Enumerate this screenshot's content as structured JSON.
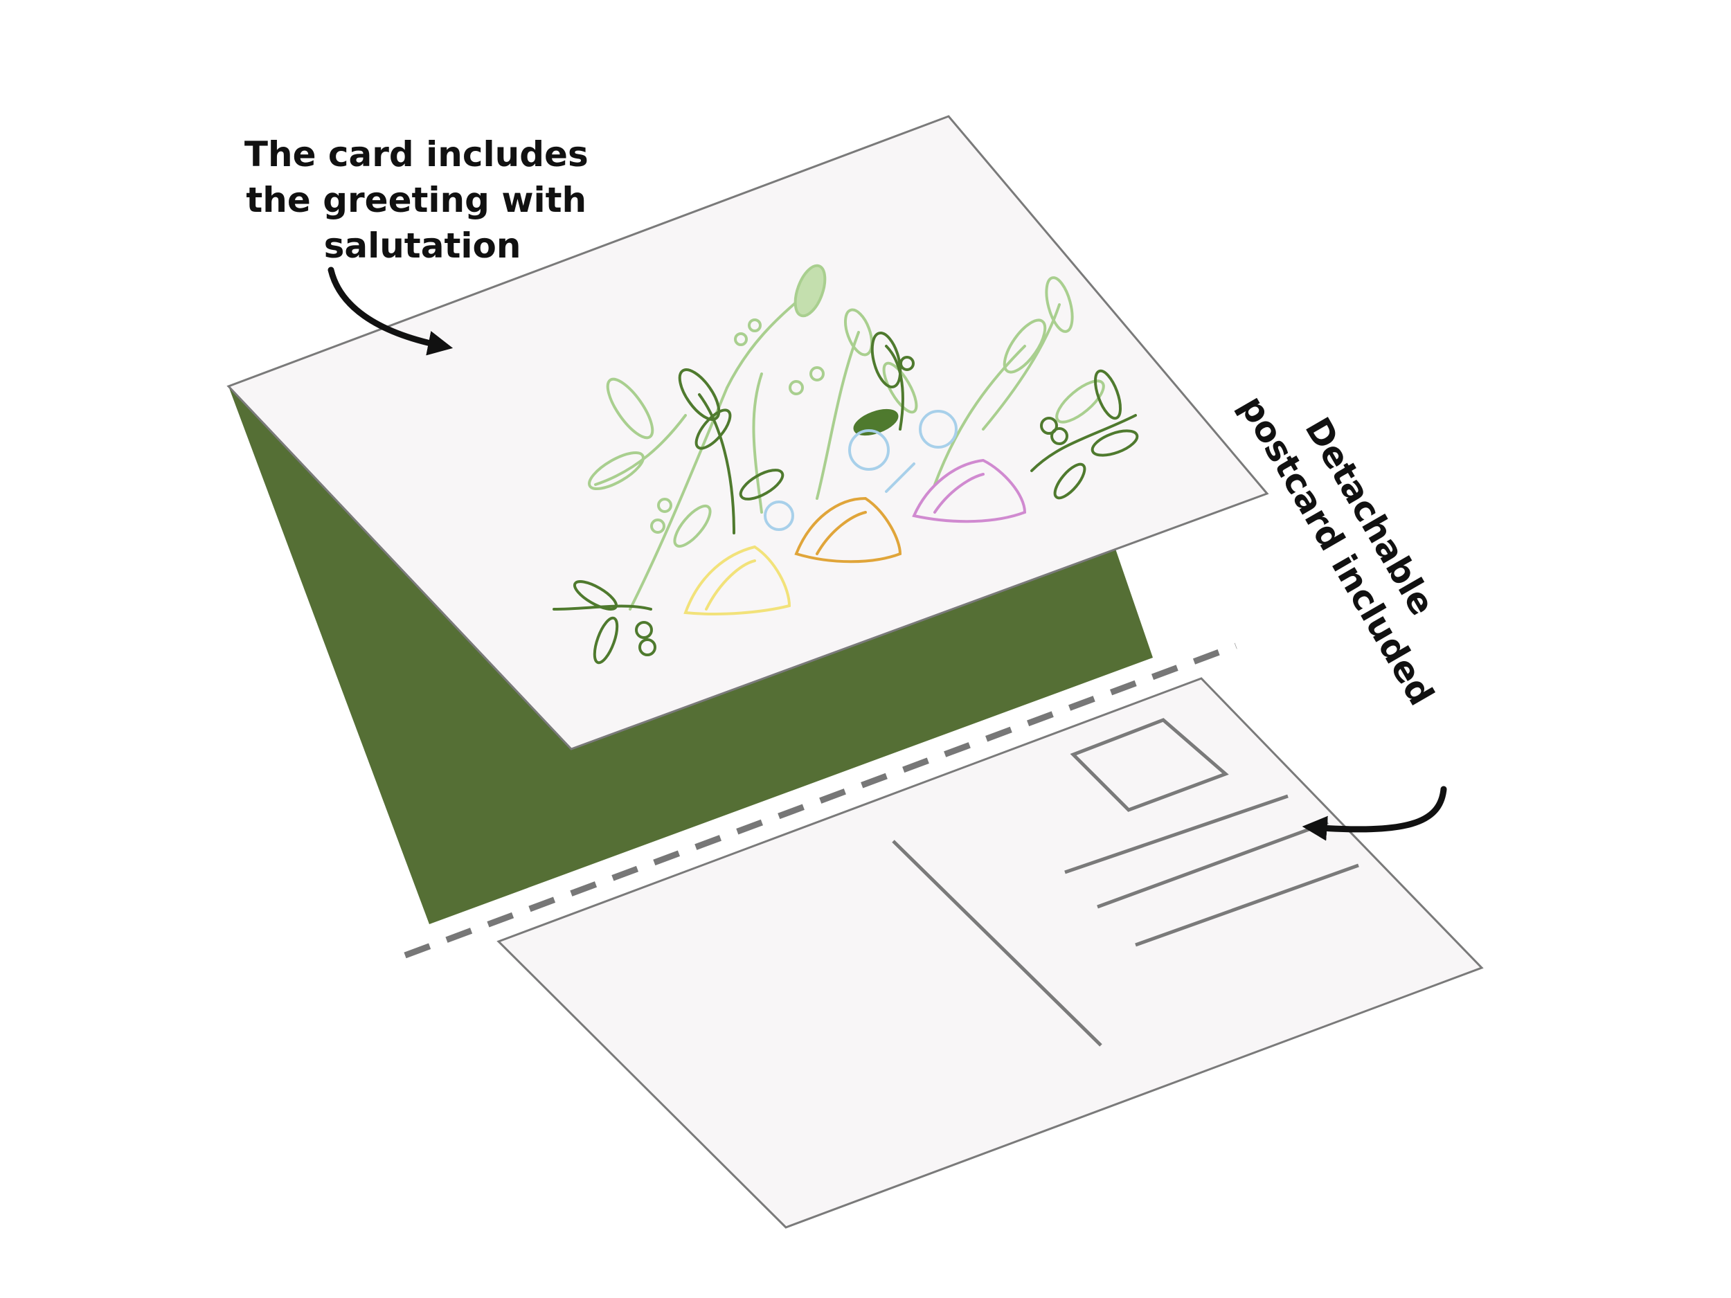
{
  "callouts": {
    "card_line1": "The card includes",
    "card_line2": "the greeting with",
    "card_line3": "salutation",
    "postcard_line1": "Detachable",
    "postcard_line2": "postcard included"
  },
  "colors": {
    "background": "#ffffff",
    "card_paper": "#f8f6f7",
    "card_outline": "#7a7a7a",
    "card_inside": "#556f35",
    "perforation": "#777777",
    "postcard_lines": "#7a7a7a",
    "arrow": "#111111",
    "leaf_light": "#a9cf8f",
    "leaf_dark": "#4f7a2e",
    "flower_yellow": "#f2e27a",
    "flower_orange": "#e0a53a",
    "flower_pink": "#d08ad0",
    "flower_blue": "#a8d0ea"
  },
  "icons": {
    "card_arrow": "curved-arrow-icon",
    "postcard_arrow": "curved-arrow-icon",
    "stamp_box": "stamp-box-icon",
    "floral": "floral-illustration"
  }
}
